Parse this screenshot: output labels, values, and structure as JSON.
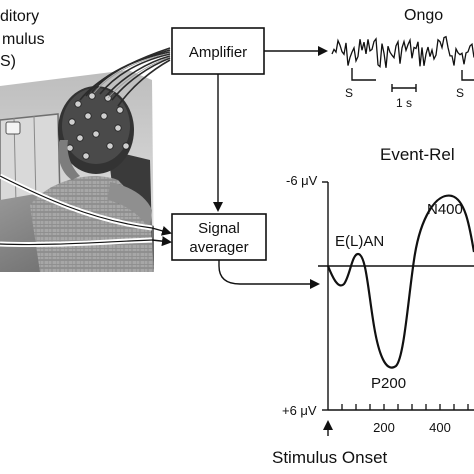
{
  "stimulus_label": {
    "line1": "ditory",
    "line2": "mulus",
    "line3": "S)"
  },
  "boxes": {
    "amplifier": "Amplifier",
    "signal_averager_line1": "Signal",
    "signal_averager_line2": "averager"
  },
  "ongoing": {
    "title": "Ongo",
    "stimulus_marker_1": "S",
    "stimulus_marker_2": "S",
    "scale_bar": "1 s"
  },
  "erp": {
    "title": "Event-Rel",
    "y_top": "-6 μV",
    "y_bottom": "+6 μV",
    "components": [
      "E(L)AN",
      "N400",
      "P200"
    ],
    "x_ticks": [
      "200",
      "400"
    ],
    "x_label": "Stimulus Onset"
  },
  "colors": {
    "ink": "#111111",
    "photo_dark": "#2a2a2a",
    "photo_mid": "#8c8c8c",
    "photo_light": "#d6d6d6"
  }
}
